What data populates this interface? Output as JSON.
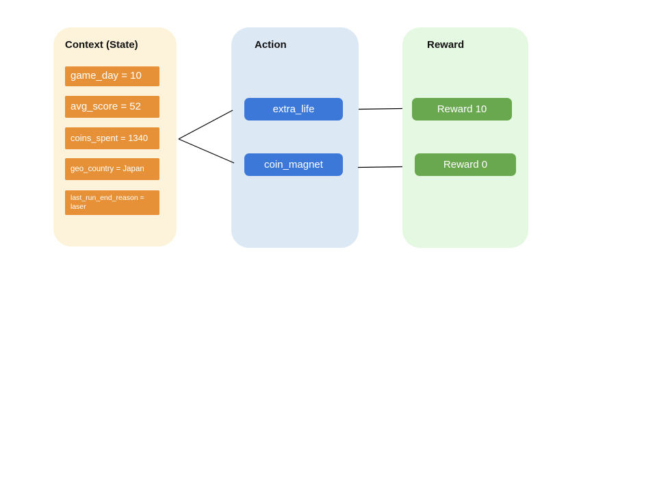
{
  "page": {
    "background": "#ffffff"
  },
  "colors": {
    "context_bg": "#fdf3da",
    "context_item_bg": "#e69138",
    "action_bg": "#dde8f5",
    "action_button_bg": "#3b78d8",
    "reward_bg": "#e5f8e1",
    "reward_box_bg": "#6aa84f",
    "item_text": "#ffffff",
    "title_text": "#111111",
    "connector": "#000000"
  },
  "context": {
    "title": "Context (State)",
    "items": [
      "game_day = 10",
      "avg_score = 52",
      "coins_spent = 1340",
      "geo_country = Japan",
      "last_run_end_reason = laser"
    ]
  },
  "action": {
    "title": "Action",
    "buttons": [
      "extra_life",
      "coin_magnet"
    ]
  },
  "reward": {
    "title": "Reward",
    "boxes": [
      "Reward 10",
      "Reward 0"
    ]
  },
  "edges": [
    {
      "from": "context",
      "to": "extra_life"
    },
    {
      "from": "context",
      "to": "coin_magnet"
    },
    {
      "from": "extra_life",
      "to": "Reward 10"
    },
    {
      "from": "coin_magnet",
      "to": "Reward 0"
    }
  ]
}
